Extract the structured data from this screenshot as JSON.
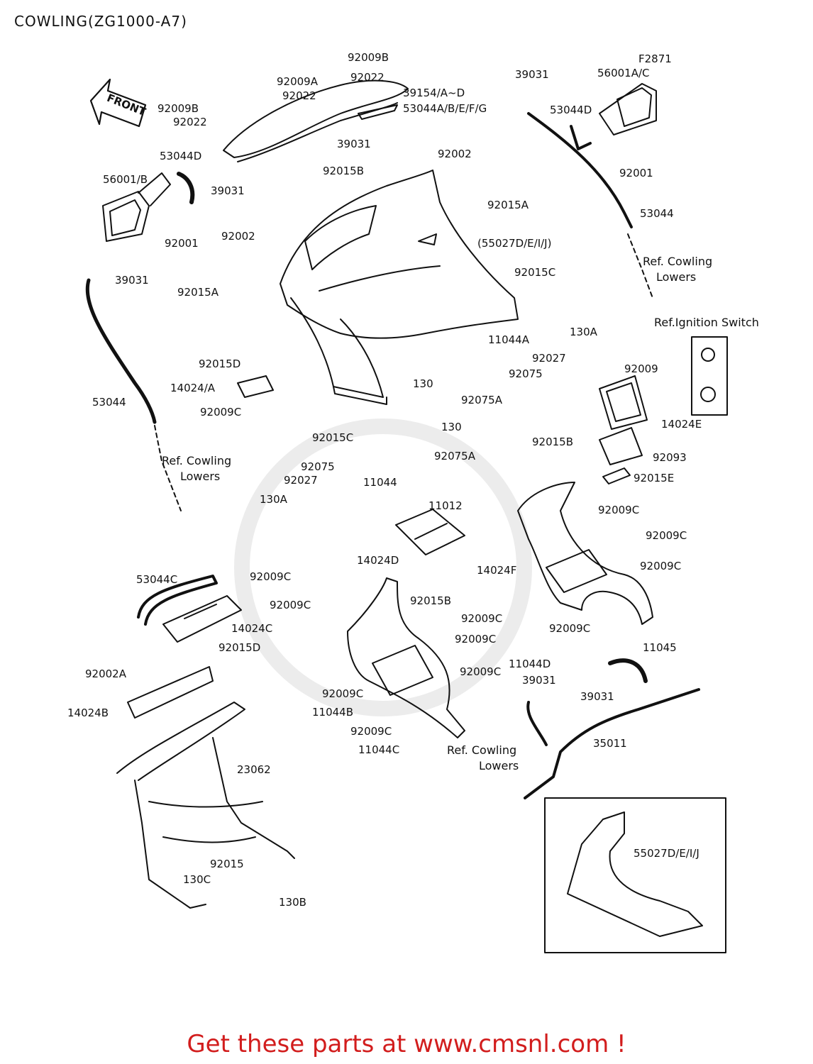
{
  "title": "COWLING(ZG1000-A7)",
  "figure_code": "F2871",
  "front_arrow": "FRONT",
  "footer": "Get these parts at www.cmsnl.com !",
  "refs": {
    "cowling_lowers_1": "Ref. Cowling",
    "cowling_lowers_2": "Lowers",
    "ignition_switch": "Ref.Ignition Switch"
  },
  "parts": {
    "p_92009B_top": "92009B",
    "p_92009A": "92009A",
    "p_92022_a": "92022",
    "p_92022_b": "92022",
    "p_39154": "39154/A~D",
    "p_53044AB": "53044A/B/E/F/G",
    "p_92009B_left": "92009B",
    "p_92022_c": "92022",
    "p_39031_a": "39031",
    "p_92015B_a": "92015B",
    "p_53044D_left": "53044D",
    "p_56001B": "56001/B",
    "p_39031_b": "39031",
    "p_92001_left": "92001",
    "p_92002_a": "92002",
    "p_92015A_a": "92015A",
    "p_55027": "(55027D/E/I/J)",
    "p_92002_b": "92002",
    "p_39031_c": "39031",
    "p_92015A_b": "92015A",
    "p_92015C_a": "92015C",
    "p_39031_d": "39031",
    "p_56001AC": "56001A/C",
    "p_53044D_right": "53044D",
    "p_92001_right": "92001",
    "p_53044_right": "53044",
    "p_11044A": "11044A",
    "p_130A_a": "130A",
    "p_92027_a": "92027",
    "p_92075_a": "92075",
    "p_130_a": "130",
    "p_92075A_a": "92075A",
    "p_92015D_a": "92015D",
    "p_14024A": "14024/A",
    "p_92009C_a": "92009C",
    "p_53044_left": "53044",
    "p_92015C_b": "92015C",
    "p_130_b": "130",
    "p_92075A_b": "92075A",
    "p_92075_b": "92075",
    "p_92027_b": "92027",
    "p_11044": "11044",
    "p_130A_b": "130A",
    "p_92009_r": "92009",
    "p_14024E": "14024E",
    "p_92093": "92093",
    "p_92015B_b": "92015B",
    "p_92015E": "92015E",
    "p_11012": "11012",
    "p_92009C_b": "92009C",
    "p_92009C_c": "92009C",
    "p_14024F": "14024F",
    "p_92009C_d": "92009C",
    "p_53044C": "53044C",
    "p_92009C_e": "92009C",
    "p_14024D": "14024D",
    "p_92009C_f": "92009C",
    "p_92015B_c": "92015B",
    "p_14024C": "14024C",
    "p_92015D_b": "92015D",
    "p_92009C_g": "92009C",
    "p_92009C_h": "92009C",
    "p_92009C_i": "92009C",
    "p_11045": "11045",
    "p_11044D": "11044D",
    "p_92002A": "92002A",
    "p_92009C_j": "92009C",
    "p_39031_e": "39031",
    "p_39031_f": "39031",
    "p_14024B": "14024B",
    "p_92009C_k": "92009C",
    "p_11044B": "11044B",
    "p_92009C_l": "92009C",
    "p_11044C": "11044C",
    "p_35011": "35011",
    "p_23062": "23062",
    "p_55027_inset": "55027D/E/I/J",
    "p_92015": "92015",
    "p_130C": "130C",
    "p_130B": "130B"
  }
}
